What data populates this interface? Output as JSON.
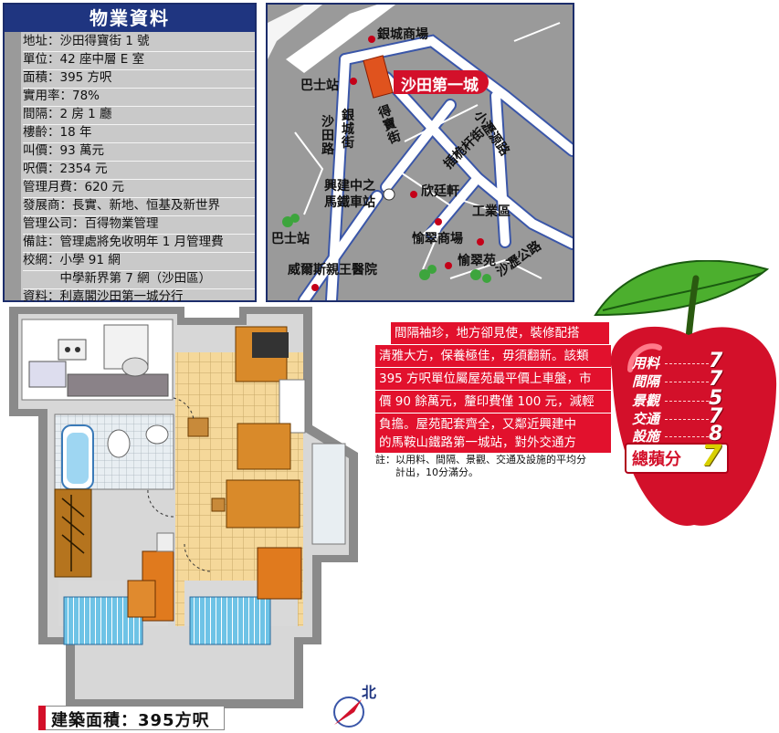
{
  "info": {
    "title": "物業資料",
    "rows": [
      {
        "text": "地址：沙田得寶街 1 號"
      },
      {
        "text": "單位：42 座中層 E 室"
      },
      {
        "text": "面積：395 方呎"
      },
      {
        "text": "實用率：78%"
      },
      {
        "text": "間隔：2 房 1 廳"
      },
      {
        "text": "樓齡：18 年"
      },
      {
        "text": "叫價：93 萬元"
      },
      {
        "text": "呎價：2354 元"
      },
      {
        "text": "管理月費：620 元"
      },
      {
        "text": "發展商：長實、新地、恒基及新世界"
      },
      {
        "text": "管理公司：百得物業管理"
      },
      {
        "text": "備註：管理處將免收明年 1 月管理費"
      },
      {
        "text": "校網：小學 91 網"
      },
      {
        "text": "　　　中學新界第 7 網（沙田區）"
      },
      {
        "text": "資料：利嘉閣沙田第一城分行"
      }
    ]
  },
  "map": {
    "labels": {
      "mall_yincheng": "銀城商場",
      "bus_stop_1": "巴士站",
      "estate": "沙田第一城",
      "yincheng_st": "銀城街",
      "shatin_rd": "沙田路",
      "takpo_st": "得寶街",
      "xiaoli_rd": "小瀝源路",
      "tsiu_tam_st": "插桅杆街",
      "station": "興建中之\n馬鐵車站",
      "yan_ting": "欣廷軒",
      "industrial": "工業區",
      "bus_stop_2": "巴士站",
      "yu_chui_mall": "愉翠商場",
      "yu_chui_court": "愉翠苑",
      "hospital": "威爾斯親王醫院",
      "shek_mun_rd": "沙瀝公路"
    }
  },
  "plan": {
    "area_text": "建築面積：395方呎",
    "north": "北"
  },
  "review": {
    "lines": [
      "間隔袖珍，地方卻見使，裝修配搭",
      "清雅大方，保養極佳，毋須翻新。該類",
      "395 方呎單位屬屋苑最平價上車盤，市",
      "價 90 餘萬元，釐印費僅 100 元，減輕",
      "負擔。屋苑配套齊全，又鄰近興建中",
      "的馬鞍山鐵路第一城站，對外交通方"
    ],
    "note_line1": "註：以用料、間隔、景觀、交通及設施的平均分",
    "note_line2": "　　計出，10分滿分。"
  },
  "scores": {
    "items": [
      {
        "label": "用料",
        "value": "7"
      },
      {
        "label": "間隔",
        "value": "7"
      },
      {
        "label": "景觀",
        "value": "5"
      },
      {
        "label": "交通",
        "value": "7"
      },
      {
        "label": "設施",
        "value": "8"
      }
    ],
    "total_label": "總蘋分",
    "total_value": "7"
  },
  "colors": {
    "title_blue": "#1f3580",
    "review_red": "#e2112d",
    "apple_red": "#d3102a",
    "floor_tile": "#f5d89a",
    "furniture_orange": "#e08a1e"
  }
}
